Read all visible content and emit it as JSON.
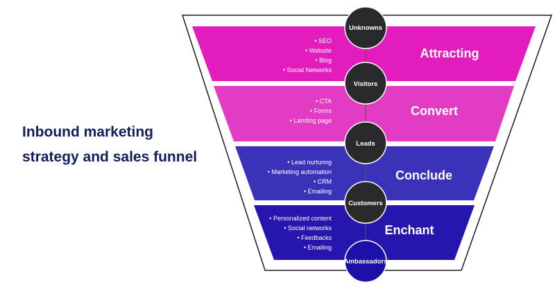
{
  "title": {
    "line1": "Inbound marketing",
    "line2": "strategy and sales funnel"
  },
  "stages": [
    {
      "label": "Attracting",
      "color": "#e21cbd",
      "items": [
        "SEO",
        "Website",
        "Blog",
        "Social Networks"
      ]
    },
    {
      "label": "Convert",
      "color": "#e23cc4",
      "items": [
        "CTA",
        "Forms",
        "Landing page"
      ]
    },
    {
      "label": "Conclude",
      "color": "#3a33ba",
      "items": [
        "Lead nurturing",
        "Marketing automation",
        "CRM",
        "Emailing"
      ]
    },
    {
      "label": "Enchant",
      "color": "#2616ae",
      "items": [
        "Personalized content",
        "Social networks",
        "Feedbacks",
        "Emailing"
      ]
    }
  ],
  "nodes": [
    {
      "label": "Unknowns",
      "color": "#2a2a2d"
    },
    {
      "label": "Visitors",
      "color": "#2a2a2d"
    },
    {
      "label": "Leads",
      "color": "#2a2a2d"
    },
    {
      "label": "Customers",
      "color": "#2a2a2d"
    },
    {
      "label": "Ambassadors",
      "color": "#1b10a8"
    }
  ],
  "colors": {
    "title": "#131d5e",
    "outline": "#1a1a1a",
    "connector": "#555555"
  }
}
